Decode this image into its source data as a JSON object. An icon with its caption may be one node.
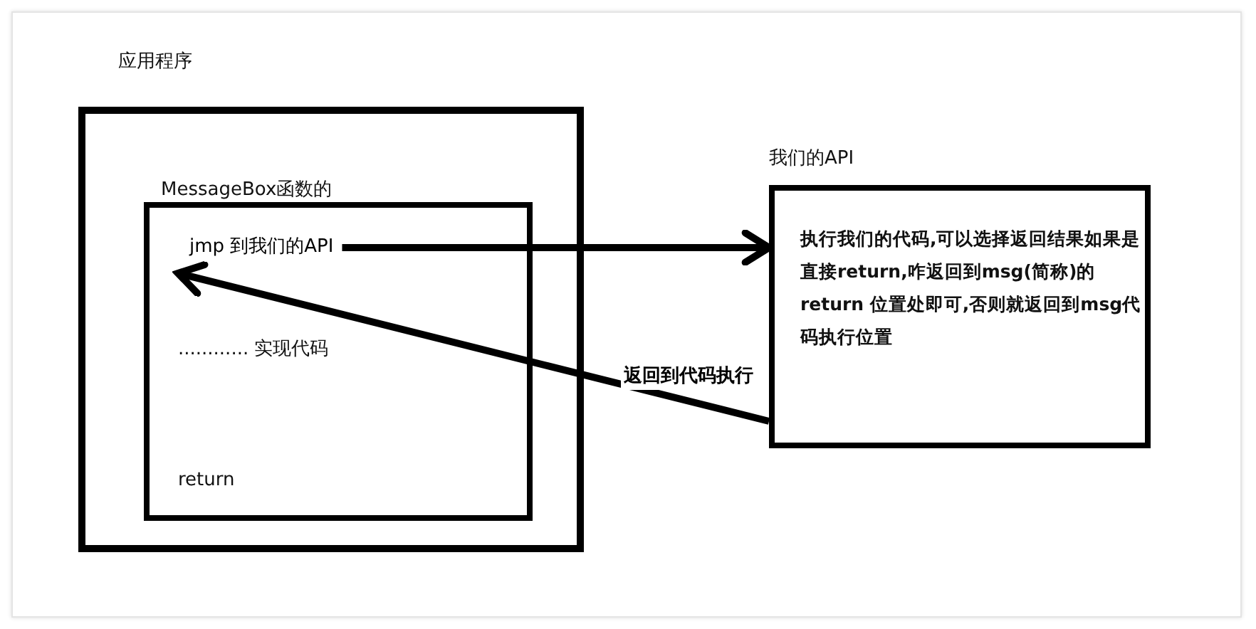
{
  "diagram": {
    "nodes": [
      {
        "text": [
          "应用程序"
        ]
      },
      {
        "text": [
          "MessageBox函数的",
          "............ 实现代码",
          "return"
        ],
        "in": 0
      },
      {
        "text": [
          "jmp 到我们的API"
        ],
        "in": 1
      },
      {
        "text": [
          "我们的API",
          "执行我们的代码,可以选择返回结果如果是直接return,咋返回到msg(简称)的return 位置处即可,否则就返回到msg代码执行位置"
        ]
      }
    ],
    "edges": [
      {
        "from": 2,
        "to": 3,
        "arrow": "to"
      },
      {
        "from": 3,
        "to": 2,
        "arrow": "to",
        "label": "返回到代码执行"
      }
    ]
  }
}
